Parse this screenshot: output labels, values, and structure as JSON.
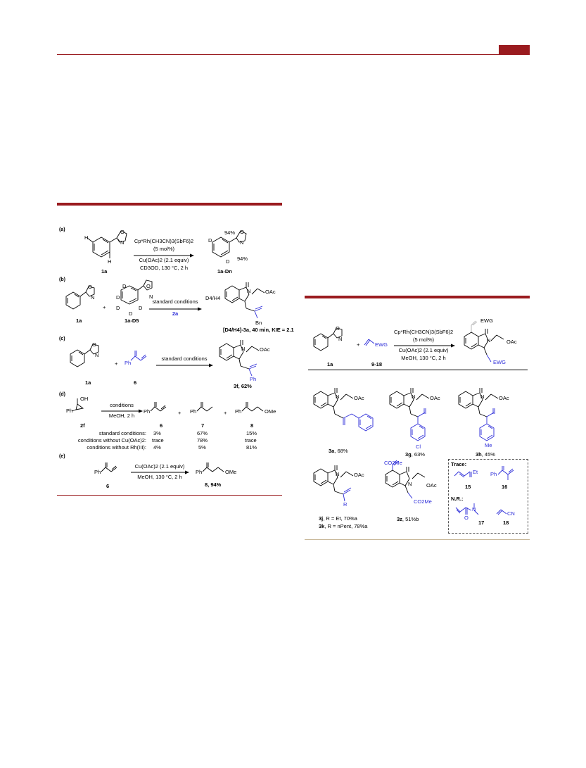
{
  "scheme_left": {
    "a": {
      "label": "(a)",
      "reagent_line1": "Cp*Rh(CH3CN)3(SbF6)2",
      "reagent_line2": "(5 mol%)",
      "reagent_line3": "Cu(OAc)2 (2.1 equiv)",
      "reagent_line4": "CD3OD, 130 °C, 2 h",
      "sm_label": "1a",
      "prod_label": "1a-Dn",
      "d_pct_1": "94%",
      "d_pct_2": "94%",
      "atom_h": "H",
      "atom_d": "D",
      "atom_o": "O",
      "atom_n": "N"
    },
    "b": {
      "label": "(b)",
      "arrow_top": "standard conditions",
      "arrow_bottom": "2a",
      "sm1_label": "1a",
      "sm2_label": "1a-D5",
      "prod_label": "[D4/H4]-3a, 40 min, KIE = 2.1",
      "plus": "+",
      "d4h4": "D4/H4",
      "oac": "OAc",
      "bn": "Bn"
    },
    "c": {
      "label": "(c)",
      "arrow_top": "standard conditions",
      "sm1_label": "1a",
      "sm2_label": "6",
      "prod_label": "3f, 62%",
      "ph": "Ph"
    },
    "d": {
      "label": "(d)",
      "arrow_top": "conditions",
      "arrow_bottom": "MeOH, 2 h",
      "sm_label": "2f",
      "p1_label": "6",
      "p2_label": "7",
      "p3_label": "8",
      "oh": "OH",
      "ome": "OMe",
      "rows": [
        {
          "name": "standard conditions:",
          "v6": "3%",
          "v7": "67%",
          "v8": "15%"
        },
        {
          "name": "conditions without Cu(OAc)2:",
          "v6": "trace",
          "v7": "78%",
          "v8": "trace"
        },
        {
          "name": "conditions without Rh(III):",
          "v6": "4%",
          "v7": "5%",
          "v8": "81%"
        }
      ]
    },
    "e": {
      "label": "(e)",
      "arrow_top": "Cu(OAc)2 (2.1 equiv)",
      "arrow_bottom": "MeOH, 130 °C, 2 h",
      "sm_label": "6",
      "prod_label": "8, 94%"
    }
  },
  "scheme_right": {
    "reagent_line1": "Cp*Rh(CH3CN)3(SbF6)2",
    "reagent_line2": "(5 mol%)",
    "reagent_line3": "Cu(OAc)2 (2.1 equiv)",
    "reagent_line4": "MeOH, 130 °C, 2 h",
    "sm1_label": "1a",
    "sm2_label": "9-18",
    "ewg": "EWG",
    "products": [
      {
        "label": "3a",
        "yield": ", 68%"
      },
      {
        "label": "3g",
        "yield": ", 63%"
      },
      {
        "label": "3h",
        "yield": ", 45%"
      },
      {
        "label": "3j",
        "yield": ", R = Et, 70%a"
      },
      {
        "label": "3k",
        "yield": ", R = nPent, 78%a"
      },
      {
        "label": "3z",
        "yield": ", 51%b"
      }
    ],
    "trace_title": "Trace:",
    "nr_title": "N.R.:",
    "trace_items": [
      "15",
      "16"
    ],
    "nr_items": [
      "17",
      "18"
    ],
    "cl": "Cl",
    "me": "Me",
    "et": "Et",
    "co2me": "CO2Me",
    "cn": "CN",
    "r": "R"
  }
}
